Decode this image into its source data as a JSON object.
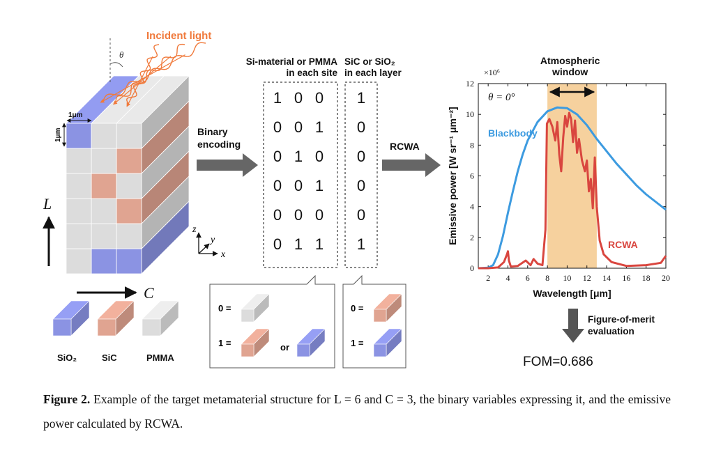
{
  "figure": {
    "incident_light": "Incident light",
    "theta": "θ",
    "size_width": "1μm",
    "size_height": "1μm",
    "axis_L": "L",
    "axis_C": "C",
    "coord_z": "z",
    "coord_y": "y",
    "coord_x": "x",
    "legend": [
      {
        "label": "SiO₂",
        "color": "#8b93e3"
      },
      {
        "label": "SiC",
        "color": "#e0a491"
      },
      {
        "label": "PMMA",
        "color": "#dcdcdc"
      }
    ],
    "binary_encoding_line1": "Binary",
    "binary_encoding_line2": "encoding",
    "site_header_line1": "Si-material or PMMA",
    "site_header_line2": "in each site",
    "layer_header_line1": "SiC or SiO₂",
    "layer_header_line2": "in each layer",
    "site_bits": [
      [
        "1",
        "0",
        "0"
      ],
      [
        "0",
        "0",
        "1"
      ],
      [
        "0",
        "1",
        "0"
      ],
      [
        "0",
        "0",
        "1"
      ],
      [
        "0",
        "0",
        "0"
      ],
      [
        "0",
        "1",
        "1"
      ]
    ],
    "layer_bits": [
      "1",
      "0",
      "0",
      "0",
      "0",
      "1"
    ],
    "rcwa_arrow_label": "RCWA",
    "key_zero": "0 =",
    "key_one": "1 =",
    "key_or": "or",
    "fom_arrow_line1": "Figure-of-merit",
    "fom_arrow_line2": "evaluation",
    "fom_value": "FOM=0.686"
  },
  "chart_data": {
    "type": "line",
    "xlabel": "Wavelength [μm]",
    "ylabel": "Emissive power [W sr⁻¹ μm⁻²]",
    "y_multiplier": "×10⁶",
    "xlim": [
      1,
      20
    ],
    "ylim": [
      0,
      12
    ],
    "x_ticks": [
      2,
      4,
      6,
      8,
      10,
      12,
      14,
      16,
      18,
      20
    ],
    "y_ticks": [
      0,
      2,
      4,
      6,
      8,
      10,
      12
    ],
    "angle_annotation": "θ = 0°",
    "atmospheric_window_label_line1": "Atmospheric",
    "atmospheric_window_label_line2": "window",
    "atmospheric_window": [
      8,
      13
    ],
    "window_color": "#f5c98d",
    "series": [
      {
        "name": "Blackbody",
        "color": "#3d9be0",
        "x": [
          1,
          2,
          2.5,
          3,
          3.5,
          4,
          4.5,
          5,
          5.5,
          6,
          7,
          8,
          9,
          10,
          11,
          12,
          13,
          14,
          15,
          16,
          17,
          18,
          19,
          20
        ],
        "y": [
          0,
          0.03,
          0.2,
          0.9,
          2.1,
          3.6,
          5.0,
          6.3,
          7.4,
          8.3,
          9.5,
          10.2,
          10.45,
          10.4,
          10.0,
          9.3,
          8.4,
          7.6,
          6.8,
          6.1,
          5.4,
          4.8,
          4.3,
          3.8
        ]
      },
      {
        "name": "RCWA",
        "color": "#d9463f",
        "x": [
          1,
          2,
          3,
          3.6,
          3.9,
          4.0,
          4.1,
          4.3,
          5,
          5.8,
          6.3,
          6.6,
          7.0,
          7.5,
          7.8,
          7.95,
          8.2,
          8.5,
          8.8,
          9.0,
          9.2,
          9.4,
          9.6,
          9.8,
          10.0,
          10.2,
          10.4,
          10.6,
          10.8,
          11.0,
          11.2,
          11.5,
          11.8,
          12.0,
          12.2,
          12.4,
          12.6,
          12.8,
          13.0,
          13.3,
          13.7,
          14.5,
          16,
          18,
          19.5,
          20
        ],
        "y": [
          0,
          0,
          0.05,
          0.4,
          0.9,
          1.1,
          0.5,
          0.1,
          0.15,
          0.5,
          0.2,
          0.6,
          0.3,
          0.2,
          2.5,
          9.4,
          9.7,
          9.2,
          8.3,
          9.5,
          7.4,
          6.3,
          8.5,
          9.9,
          9.2,
          10.1,
          9.7,
          8.2,
          9.6,
          7.5,
          8.4,
          7.0,
          6.3,
          7.0,
          5.0,
          5.8,
          3.9,
          7.2,
          4.0,
          1.8,
          0.9,
          0.4,
          0.15,
          0.2,
          0.35,
          0.8
        ]
      }
    ]
  },
  "caption": {
    "label": "Figure 2.",
    "text": " Example of the target metamaterial structure for L = 6 and C = 3, the binary variables expressing it, and the emissive power calculated by RCWA."
  }
}
